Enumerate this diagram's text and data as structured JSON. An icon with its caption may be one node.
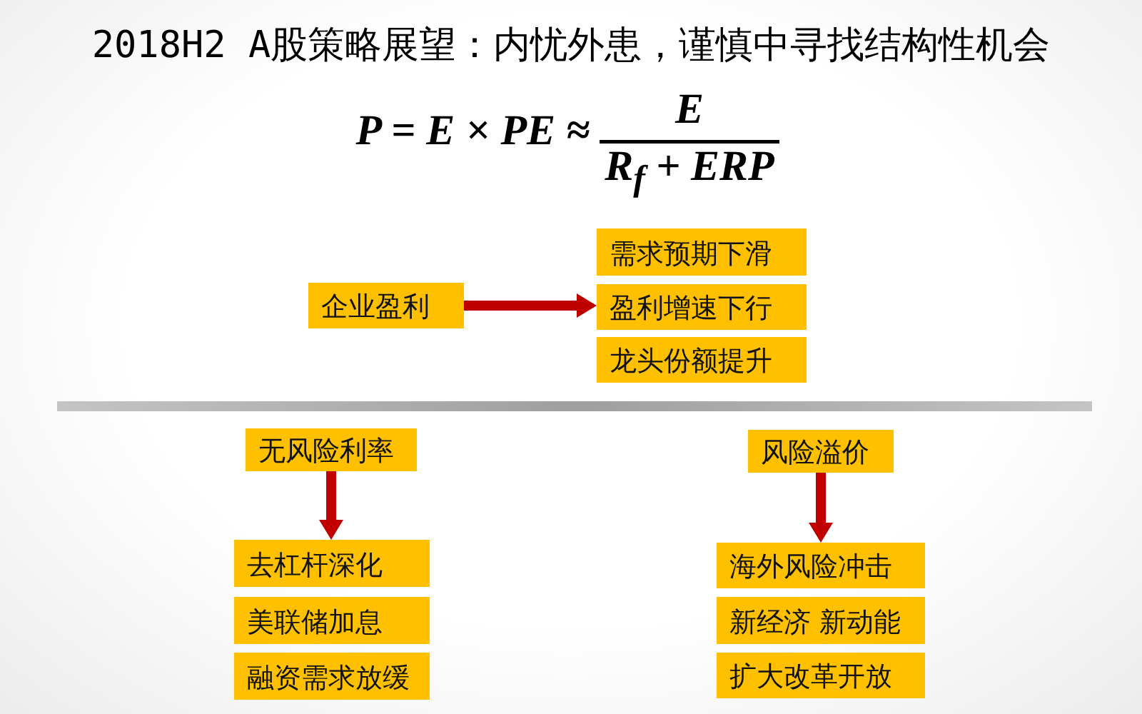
{
  "diagram": {
    "title": "2018H2 A股策略展望：内忧外患，谨慎中寻找结构性机会",
    "nodes": [
      {
        "text": [
          "企业盈利"
        ]
      },
      {
        "text": [
          "需求预期下滑"
        ]
      },
      {
        "text": [
          "盈利增速下行"
        ]
      },
      {
        "text": [
          "龙头份额提升"
        ]
      },
      {
        "text": [
          "无风险利率"
        ]
      },
      {
        "text": [
          "风险溢价"
        ]
      },
      {
        "text": [
          "去杠杆深化"
        ]
      },
      {
        "text": [
          "美联储加息"
        ]
      },
      {
        "text": [
          "融资需求放缓"
        ]
      },
      {
        "text": [
          "海外风险冲击"
        ]
      },
      {
        "text": [
          "新经济 新动能"
        ]
      },
      {
        "text": [
          "扩大改革开放"
        ]
      }
    ],
    "edges": [
      {
        "from": 0,
        "to": 2,
        "arrow": "to"
      },
      {
        "from": 4,
        "to": 6,
        "arrow": "to"
      },
      {
        "from": 5,
        "to": 9,
        "arrow": "to"
      }
    ],
    "labels": [
      "P = E × PE ≈",
      "E",
      "R$_{f}$ + ERP"
    ]
  }
}
